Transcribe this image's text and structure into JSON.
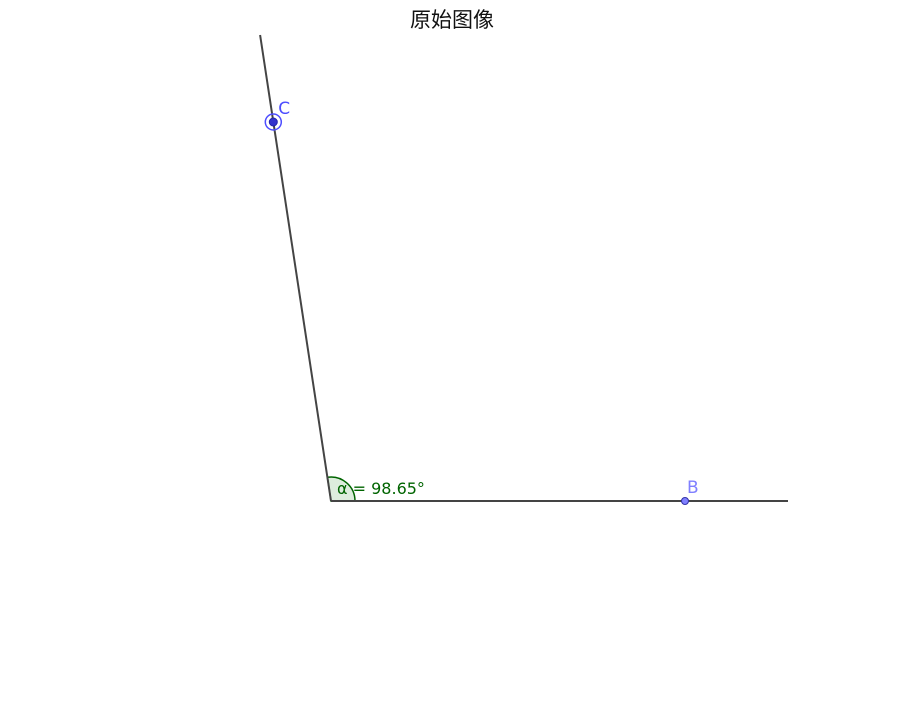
{
  "title": "原始图像",
  "angle": {
    "name": "α",
    "label": "α = 98.65°",
    "degrees": 98.65
  },
  "points": {
    "C": {
      "label": "C"
    },
    "B": {
      "label": "B"
    }
  },
  "colors": {
    "line": "#444444",
    "point": "#4d4dff",
    "angle": "#006400",
    "angle_fill": "#cfe6cf",
    "title": "#111111"
  }
}
